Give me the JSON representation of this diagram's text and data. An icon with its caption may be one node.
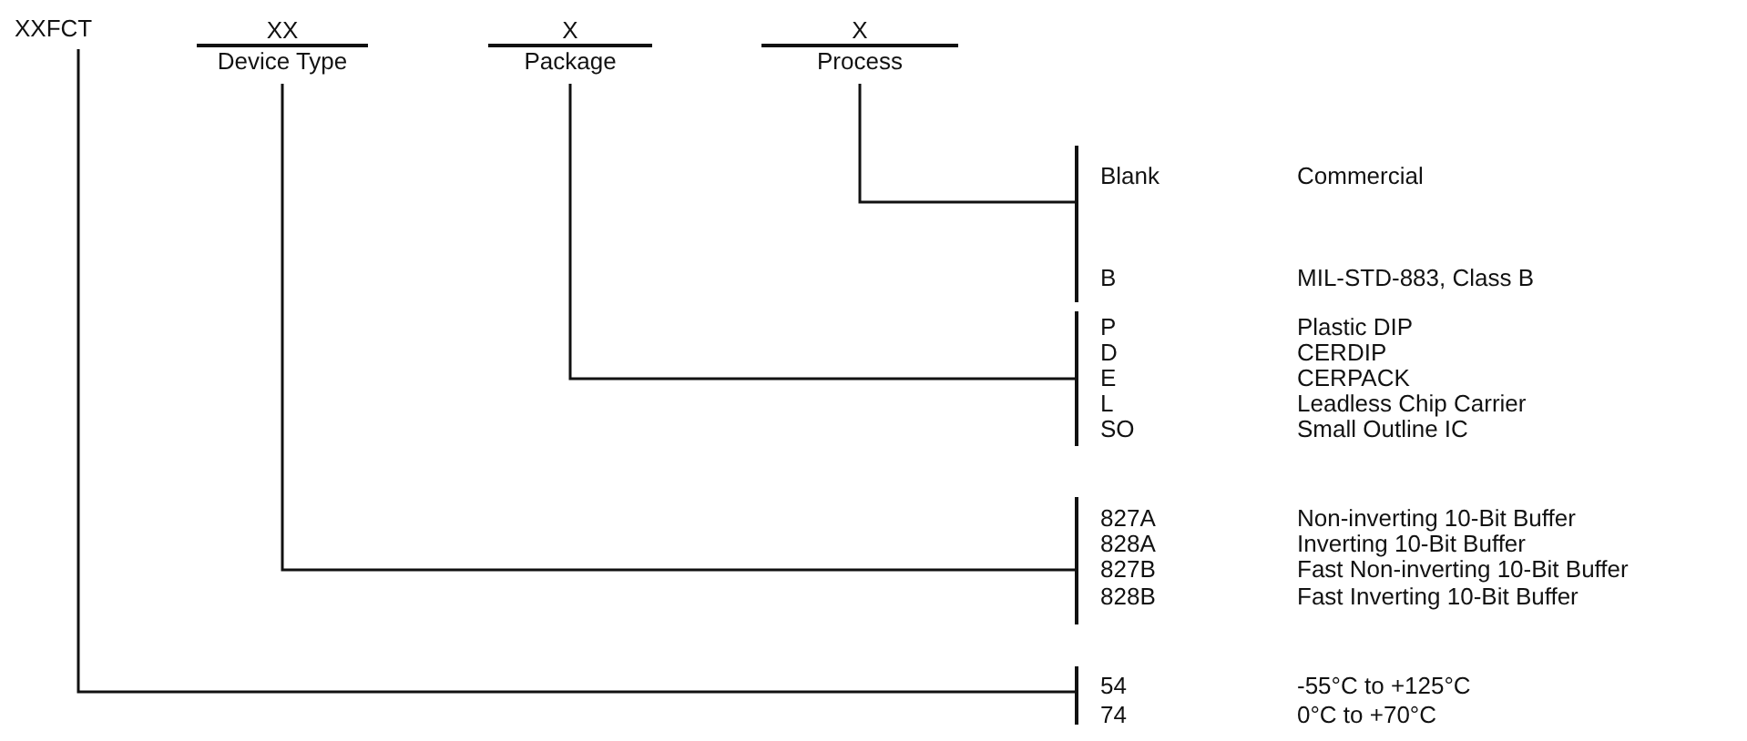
{
  "diagram": {
    "nodes": [
      {
        "text": [
          "XXFCT"
        ]
      },
      {
        "text": [
          "XX",
          "Device Type"
        ]
      },
      {
        "text": [
          "X",
          "Package"
        ]
      },
      {
        "text": [
          "X",
          "Process"
        ]
      },
      {
        "text": [],
        "shape": "bar"
      },
      {
        "text": [],
        "shape": "bar"
      },
      {
        "text": [],
        "shape": "bar"
      },
      {
        "text": [],
        "shape": "bar"
      }
    ],
    "edges": [
      {
        "from": 3,
        "to": 4,
        "arrow": "none"
      },
      {
        "from": 2,
        "to": 5,
        "arrow": "none"
      },
      {
        "from": 1,
        "to": 6,
        "arrow": "none"
      },
      {
        "from": 0,
        "to": 7,
        "arrow": "none"
      }
    ],
    "labels": [
      "Blank",
      "Commercial",
      "B",
      "MIL-STD-883, Class B",
      "P",
      "Plastic DIP",
      "D",
      "CERDIP",
      "E",
      "CERPACK",
      "L",
      "Leadless Chip Carrier",
      "SO",
      "Small Outline IC",
      "827A",
      "Non-inverting 10-Bit Buffer",
      "828A",
      "Inverting 10-Bit Buffer",
      "827B",
      "Fast Non-inverting 10-Bit Buffer",
      "828B",
      "Fast Inverting 10-Bit Buffer",
      "54",
      "-55°C to +125°C",
      "74",
      "0°C to +70°C"
    ]
  }
}
